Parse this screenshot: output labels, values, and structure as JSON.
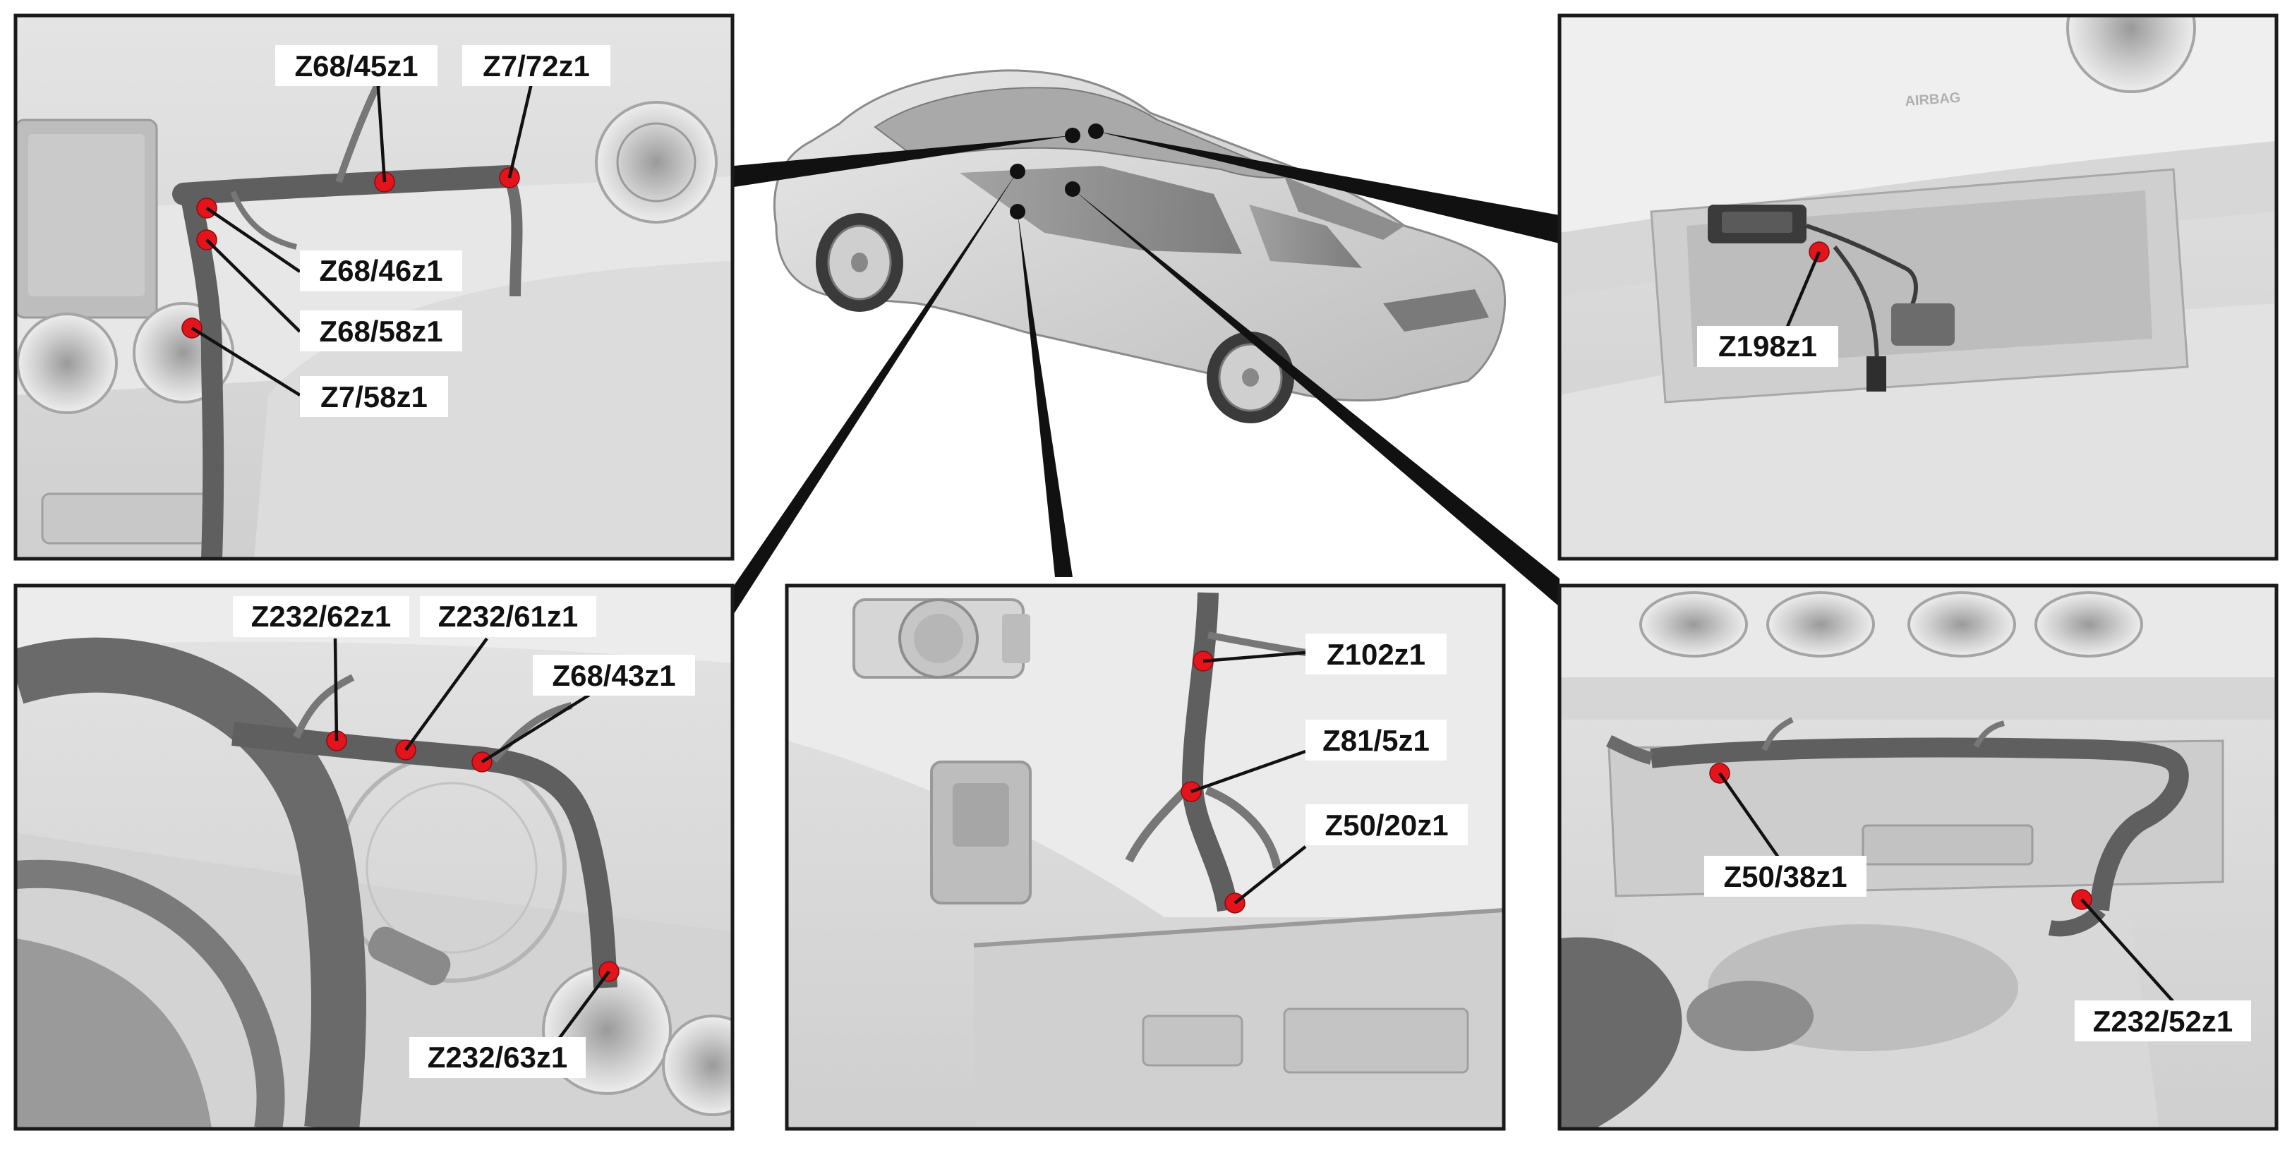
{
  "colors": {
    "frame": "#1a1a1a",
    "connector_dot": "#e3141b",
    "panel_bg": "#d9d9d9",
    "harness": "#5f5f5f"
  },
  "labels": {
    "z68_45": "Z68/45z1",
    "z7_72": "Z7/72z1",
    "z68_46": "Z68/46z1",
    "z68_58": "Z68/58z1",
    "z7_58": "Z7/58z1",
    "z198": "Z198z1",
    "z232_62": "Z232/62z1",
    "z232_61": "Z232/61z1",
    "z68_43": "Z68/43z1",
    "z232_63": "Z232/63z1",
    "z102": "Z102z1",
    "z81_5": "Z81/5z1",
    "z50_20": "Z50/20z1",
    "z50_38": "Z50/38z1",
    "z232_52": "Z232/52z1"
  },
  "embossed": {
    "airbag": "AIRBAG"
  }
}
